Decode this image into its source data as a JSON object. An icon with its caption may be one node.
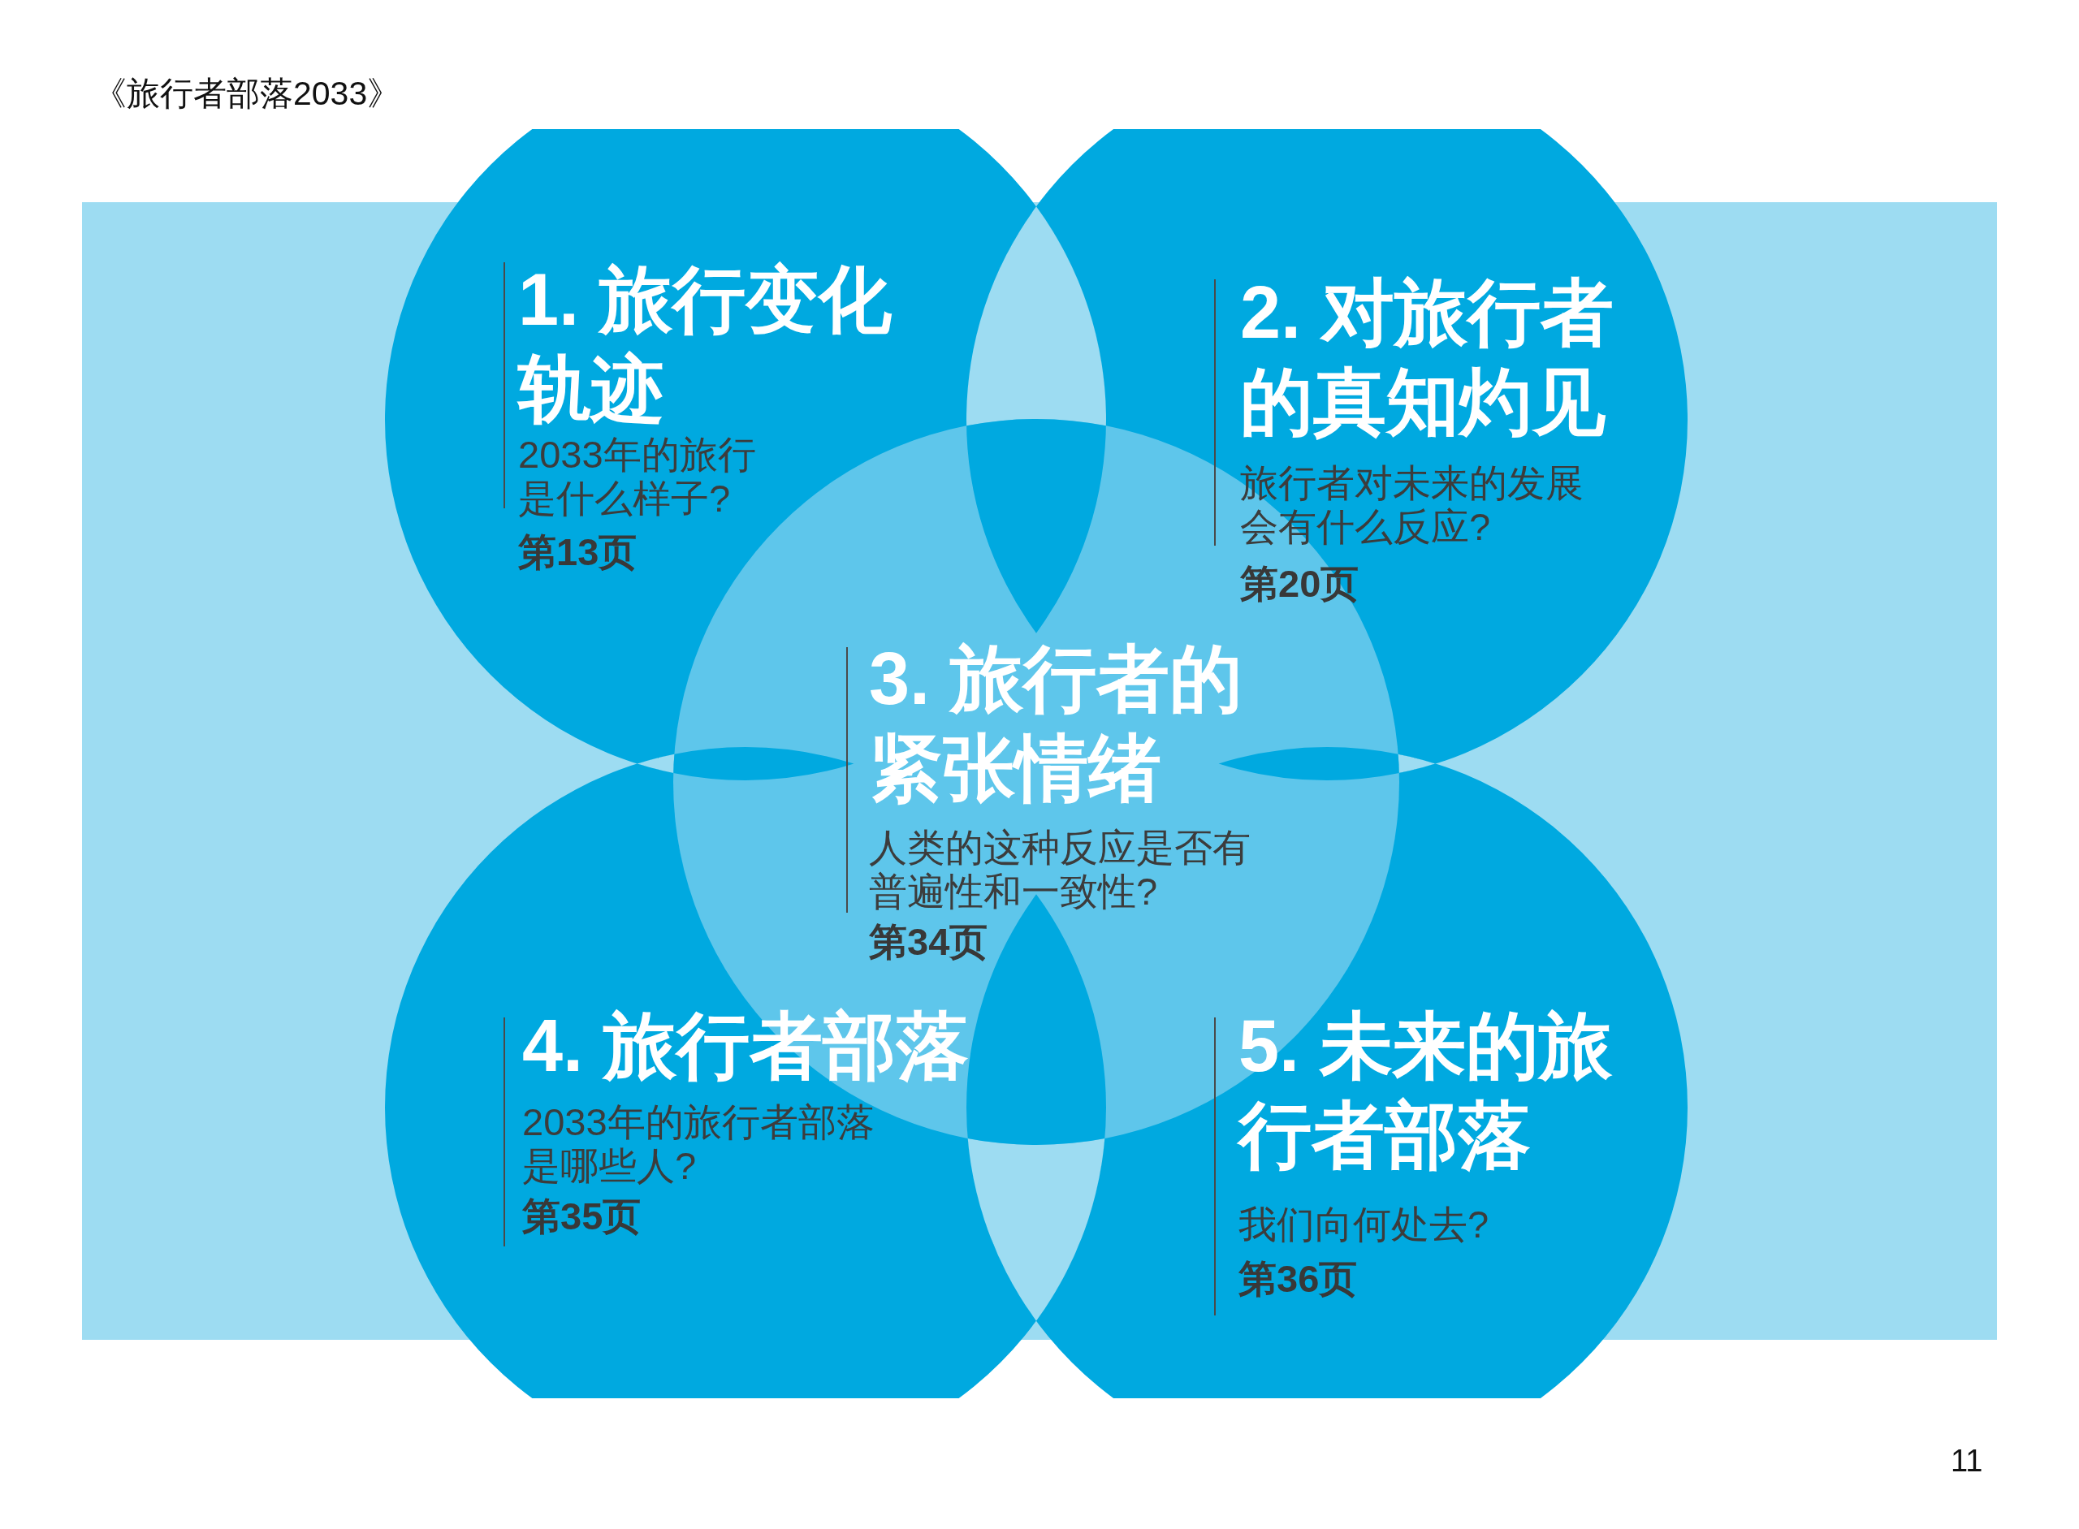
{
  "diagram": {
    "title": "《旅行者部落2033》",
    "nodes": [
      {
        "text": [
          "1. 旅行变化轨迹",
          "2033年的旅行是什么样子?",
          "第13页"
        ]
      },
      {
        "text": [
          "2. 对旅行者的真知灼见",
          "旅行者对未来的发展会有什么反应?",
          "第20页"
        ]
      },
      {
        "text": [
          "3. 旅行者的紧张情绪",
          "人类的这种反应是否有普遍性和一致性?",
          "第34页"
        ]
      },
      {
        "text": [
          "4. 旅行者部落",
          "2033年的旅行者部落是哪些人?",
          "第35页"
        ]
      },
      {
        "text": [
          "5. 未来的旅行者部落",
          "我们向何处去?",
          "第36页"
        ]
      }
    ],
    "labels": [
      "11"
    ]
  }
}
